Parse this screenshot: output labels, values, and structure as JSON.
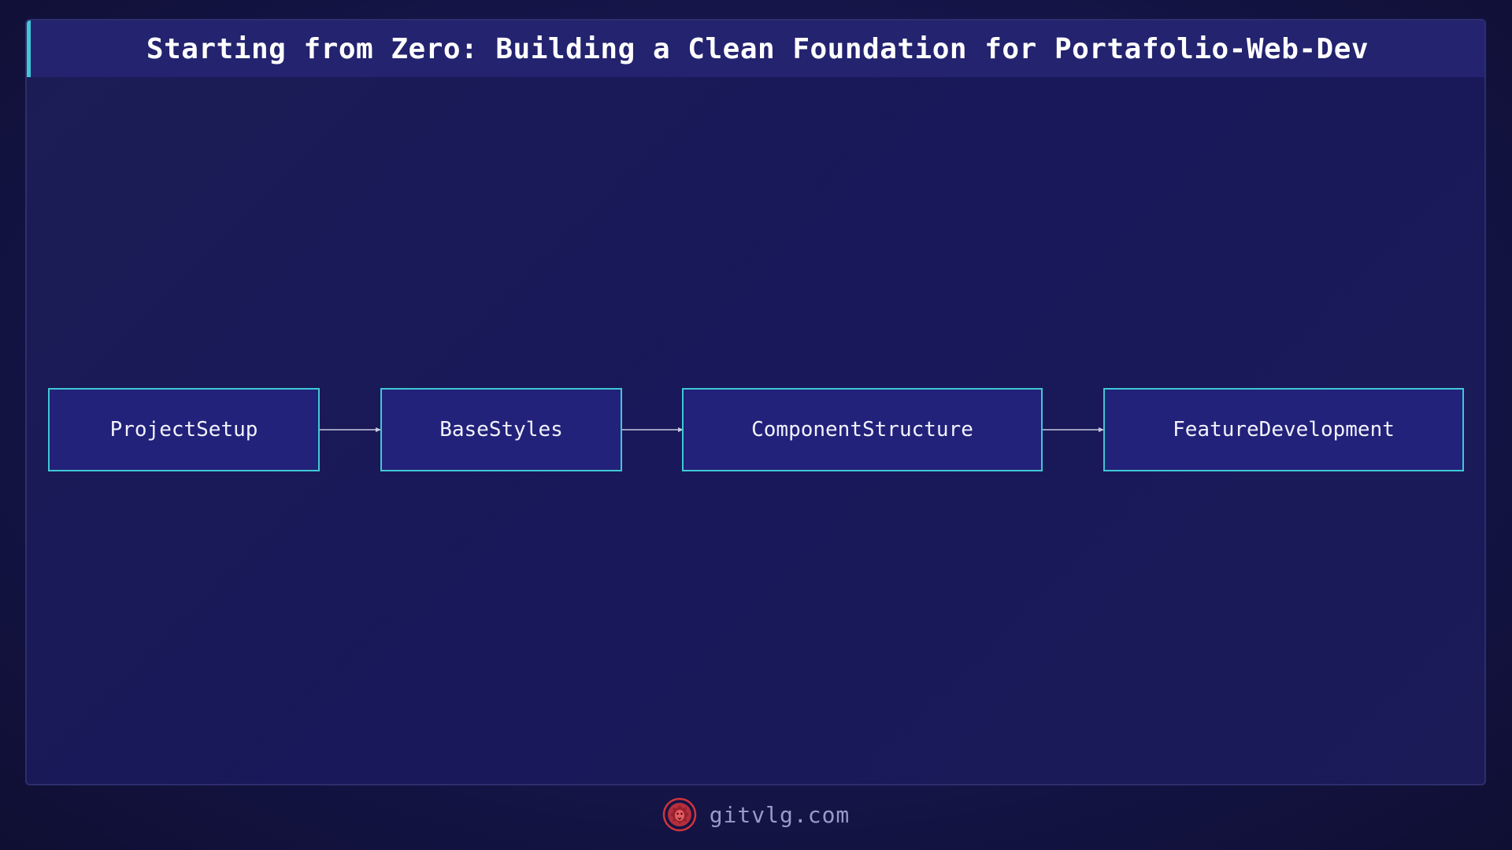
{
  "title": "Starting from Zero: Building a Clean Foundation for Portafolio-Web-Dev",
  "diagram": {
    "nodes": [
      {
        "id": "project-setup",
        "label": "ProjectSetup"
      },
      {
        "id": "base-styles",
        "label": "BaseStyles"
      },
      {
        "id": "component-structure",
        "label": "ComponentStructure"
      },
      {
        "id": "feature-development",
        "label": "FeatureDevelopment"
      }
    ],
    "edges": [
      {
        "from": "project-setup",
        "to": "base-styles"
      },
      {
        "from": "base-styles",
        "to": "component-structure"
      },
      {
        "from": "component-structure",
        "to": "feature-development"
      }
    ]
  },
  "footer": {
    "site": "gitvlg.com",
    "logo_icon": "lion-logo-icon"
  },
  "colors": {
    "accent": "#3fc8d4",
    "node_fill": "#22227a",
    "background": "#15154a",
    "logo": "#d2343c"
  }
}
